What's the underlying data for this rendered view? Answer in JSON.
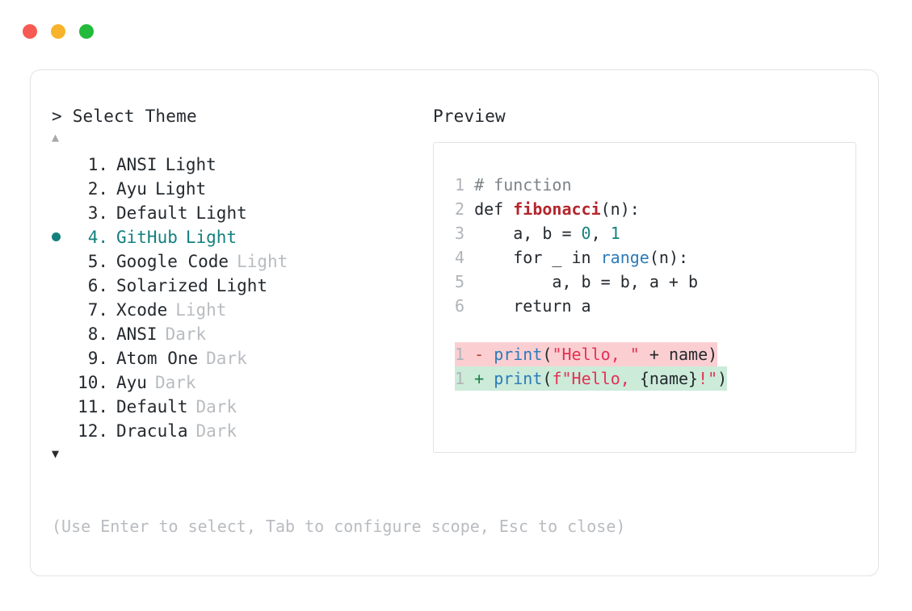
{
  "window": {
    "traffic_lights": [
      {
        "name": "close-button",
        "color": "#f75a52"
      },
      {
        "name": "minimize-button",
        "color": "#f7b32b"
      },
      {
        "name": "maximize-button",
        "color": "#22bb3b"
      }
    ]
  },
  "selector": {
    "prompt_symbol": ">",
    "title": "Select Theme",
    "scroll_up_glyph": "▲",
    "scroll_down_glyph": "▼",
    "selected_bullet": "●",
    "selected_index": 4,
    "accent_color": "#14807e",
    "items": [
      {
        "index": "1.",
        "name": "ANSI",
        "variant": "Light",
        "variant_muted": false,
        "selected": false
      },
      {
        "index": "2.",
        "name": "Ayu",
        "variant": "Light",
        "variant_muted": false,
        "selected": false
      },
      {
        "index": "3.",
        "name": "Default",
        "variant": "Light",
        "variant_muted": false,
        "selected": false
      },
      {
        "index": "4.",
        "name": "GitHub",
        "variant": "Light",
        "variant_muted": false,
        "selected": true
      },
      {
        "index": "5.",
        "name": "Google Code",
        "variant": "Light",
        "variant_muted": true,
        "selected": false
      },
      {
        "index": "6.",
        "name": "Solarized",
        "variant": "Light",
        "variant_muted": false,
        "selected": false
      },
      {
        "index": "7.",
        "name": "Xcode",
        "variant": "Light",
        "variant_muted": true,
        "selected": false
      },
      {
        "index": "8.",
        "name": "ANSI",
        "variant": "Dark",
        "variant_muted": true,
        "selected": false
      },
      {
        "index": "9.",
        "name": "Atom One",
        "variant": "Dark",
        "variant_muted": true,
        "selected": false
      },
      {
        "index": "10.",
        "name": "Ayu",
        "variant": "Dark",
        "variant_muted": true,
        "selected": false
      },
      {
        "index": "11.",
        "name": "Default",
        "variant": "Dark",
        "variant_muted": true,
        "selected": false
      },
      {
        "index": "12.",
        "name": "Dracula",
        "variant": "Dark",
        "variant_muted": true,
        "selected": false
      }
    ],
    "hint": "(Use Enter to select, Tab to configure scope, Esc to close)"
  },
  "preview": {
    "label": "Preview",
    "code_lines": [
      {
        "ln": "1",
        "tokens": [
          {
            "t": "# function",
            "c": "comment"
          }
        ]
      },
      {
        "ln": "2",
        "tokens": [
          {
            "t": "def ",
            "c": "keyword"
          },
          {
            "t": "fibonacci",
            "c": "fname"
          },
          {
            "t": "(n):",
            "c": "punc"
          }
        ]
      },
      {
        "ln": "3",
        "tokens": [
          {
            "t": "    a, b = ",
            "c": "plain"
          },
          {
            "t": "0",
            "c": "number"
          },
          {
            "t": ", ",
            "c": "plain"
          },
          {
            "t": "1",
            "c": "number"
          }
        ]
      },
      {
        "ln": "4",
        "tokens": [
          {
            "t": "    for _ in ",
            "c": "plain"
          },
          {
            "t": "range",
            "c": "builtin"
          },
          {
            "t": "(n):",
            "c": "punc"
          }
        ]
      },
      {
        "ln": "5",
        "tokens": [
          {
            "t": "        a, b = b, a + b",
            "c": "plain"
          }
        ]
      },
      {
        "ln": "6",
        "tokens": [
          {
            "t": "    return a",
            "c": "plain"
          }
        ]
      }
    ],
    "diff_lines": [
      {
        "ln": "1",
        "sign": "-",
        "kind": "del",
        "tokens": [
          {
            "t": "print",
            "c": "builtin"
          },
          {
            "t": "(",
            "c": "punc"
          },
          {
            "t": "\"Hello, \"",
            "c": "string"
          },
          {
            "t": " + name",
            "c": "plain"
          },
          {
            "t": ")",
            "c": "punc"
          }
        ]
      },
      {
        "ln": "1",
        "sign": "+",
        "kind": "add",
        "tokens": [
          {
            "t": "print",
            "c": "builtin"
          },
          {
            "t": "(",
            "c": "punc"
          },
          {
            "t": "f\"Hello, ",
            "c": "string"
          },
          {
            "t": "{name}",
            "c": "plain"
          },
          {
            "t": "!\"",
            "c": "string"
          },
          {
            "t": ")",
            "c": "punc"
          }
        ]
      }
    ]
  }
}
